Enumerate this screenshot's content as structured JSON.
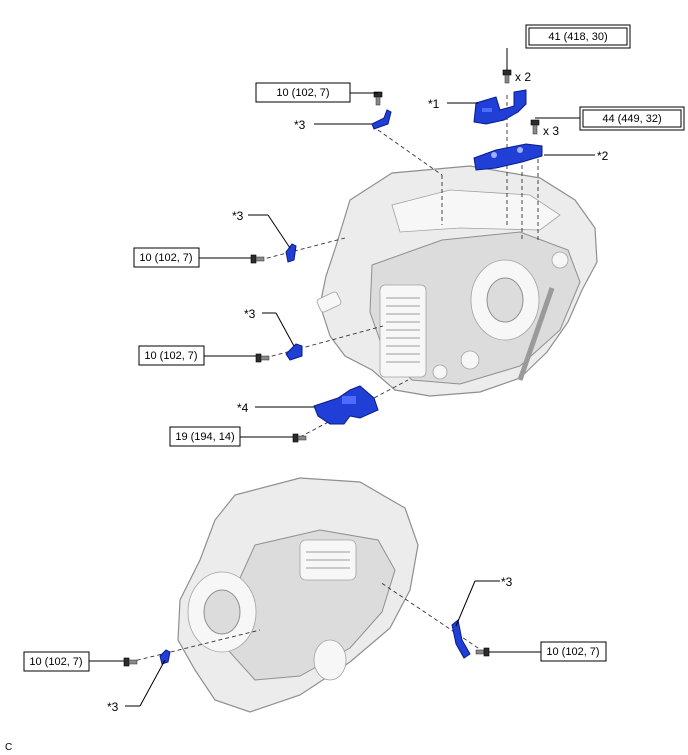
{
  "torque_specs": {
    "top_pair": "41 (418, 30)",
    "top_triple": "44 (449, 32)",
    "upper_clamp": "10 (102, 7)",
    "left_clamp_a": "10 (102, 7)",
    "left_clamp_b": "10 (102, 7)",
    "bottom_mount": "19 (194, 14)",
    "lower_left_clamp": "10 (102, 7)",
    "lower_right_clamp": "10 (102, 7)"
  },
  "quantities": {
    "pair": "x 2",
    "triple": "x 3"
  },
  "callouts": {
    "part1": "*1",
    "part2": "*2",
    "part3_upper": "*3",
    "part3_left_a": "*3",
    "part3_left_b": "*3",
    "part4": "*4",
    "part3_lower_right": "*3",
    "part3_lower_left": "*3"
  },
  "figure_code": "C",
  "colors": {
    "part_highlight": "#1f3fd6",
    "casting": "#ececec",
    "outline": "#000000"
  }
}
